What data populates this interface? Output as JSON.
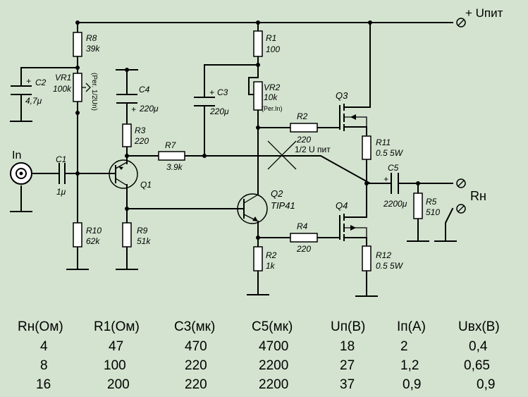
{
  "background": "#d3e3cf",
  "supply": {
    "label": "+ Uпит"
  },
  "input": {
    "label": "In"
  },
  "load": {
    "label": "Rн"
  },
  "midpoint": {
    "label": "1/2 U пит"
  },
  "components": {
    "r8": {
      "name": "R8",
      "value": "39k"
    },
    "vr1": {
      "name": "VR1",
      "value": "100k",
      "note": "(Per. 1/2Un)"
    },
    "c2": {
      "name": "C2",
      "value": "4,7μ",
      "pol": "+"
    },
    "r10": {
      "name": "R10",
      "value": "62k"
    },
    "c1": {
      "name": "C1",
      "value": "1μ"
    },
    "q1": {
      "name": "Q1"
    },
    "c4": {
      "name": "C4",
      "value": "220μ",
      "pol": "+"
    },
    "r3": {
      "name": "R3",
      "value": "220"
    },
    "r7": {
      "name": "R7",
      "value": "3.9k"
    },
    "r9": {
      "name": "R9",
      "value": "51k"
    },
    "c3": {
      "name": "C3",
      "value": "220μ",
      "pol": "+"
    },
    "r1": {
      "name": "R1",
      "value": "100"
    },
    "vr2": {
      "name": "VR2",
      "value": "10k",
      "note": "(Per.In)"
    },
    "r2a": {
      "name": "R2",
      "value": "220"
    },
    "q2": {
      "name": "Q2",
      "value": "TIP41"
    },
    "r2b": {
      "name": "R2",
      "value": "1k"
    },
    "r4": {
      "name": "R4",
      "value": "220"
    },
    "q3": {
      "name": "Q3"
    },
    "q4": {
      "name": "Q4"
    },
    "r11": {
      "name": "R11",
      "value": "0.5 5W"
    },
    "r12": {
      "name": "R12",
      "value": "0.5 5W"
    },
    "c5": {
      "name": "C5",
      "value": "2200μ",
      "pol": "+"
    },
    "r5": {
      "name": "R5",
      "value": "510"
    }
  },
  "table": {
    "headers": [
      "Rн(Ом)",
      "R1(Ом)",
      "C3(мк)",
      "C5(мк)",
      "Uп(В)",
      "Iп(А)",
      "Uвх(В)"
    ],
    "rows": [
      [
        "4",
        "47",
        "470",
        "4700",
        "18",
        "2",
        "0,4"
      ],
      [
        "8",
        "100",
        "220",
        "2200",
        "27",
        "1,2",
        "0,65"
      ],
      [
        "16",
        "200",
        "220",
        "2200",
        "37",
        "0,9",
        "0,9"
      ]
    ]
  }
}
